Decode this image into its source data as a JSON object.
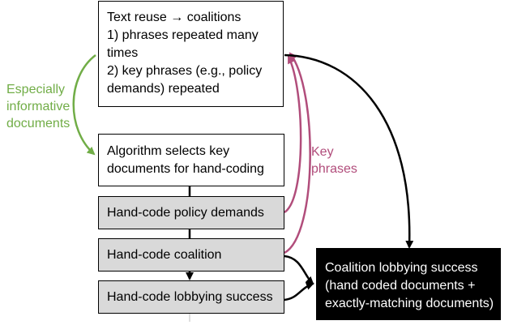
{
  "colors": {
    "green": "#71ad47",
    "magenta": "#b14d7b",
    "gray_box": "#d9d9d9",
    "dark_box": "#000000"
  },
  "nodes": {
    "text_reuse": {
      "lines": [
        "Text reuse → coalitions",
        "1) phrases repeated many",
        "times",
        "2) key phrases (e.g., policy",
        "demands) repeated"
      ]
    },
    "algorithm": {
      "lines": [
        "Algorithm selects key",
        "documents for hand-coding"
      ]
    },
    "policy_demands": {
      "label": "Hand-code policy demands"
    },
    "coalition": {
      "label": "Hand-code coalition"
    },
    "lobbying": {
      "label": "Hand-code lobbying success"
    },
    "success": {
      "lines": [
        "Coalition lobbying success",
        "(hand coded documents +",
        "exactly-matching documents)"
      ]
    }
  },
  "edge_labels": {
    "informative": [
      "Especially",
      "informative",
      "documents"
    ],
    "key_phrases": [
      "Key",
      "phrases"
    ]
  }
}
